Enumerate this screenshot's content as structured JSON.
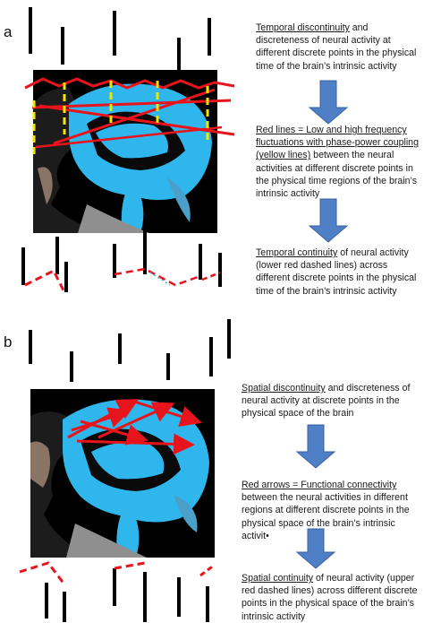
{
  "panels": {
    "a": {
      "letter": "a",
      "text1": {
        "underlined": "Temporal discontinuity",
        "rest": " and discreteness of neural activity at different discrete points in the physical time of the brain’s intrinsic activity"
      },
      "text2": {
        "underlined": "Red lines = Low and high frequency fluctuations with phase-power coupling (yellow lines)",
        "rest": " between the neural activities at different discrete points in the physical time regions of the brain’s intrinsic activity"
      },
      "text3": {
        "underlined": "Temporal continuity",
        "rest": " of neural activity (lower red dashed lines)  across different discrete points in the physical time of the brain’s intrinsic activity"
      }
    },
    "b": {
      "letter": "b",
      "text1": {
        "underlined": "Spatial discontinuity",
        "rest": " and discreteness of neural activity at discrete points in the physical space of the brain"
      },
      "text2": {
        "underlined": "Red arrows = Functional connectivity",
        "rest": " between the neural activities in different regions at different discrete points in the physical space of the brain’s intrinsic activit•"
      },
      "text3": {
        "underlined": "Spatial continuity",
        "rest": " of neural activity (upper red dashed lines) across different discrete points in the physical space of the brain’s intrinsic activity"
      }
    }
  },
  "colors": {
    "arrow_blue": "#4f7fc4",
    "line_red": "#e8141c",
    "line_yellow": "#f2e600",
    "brain_cyan": "#2fb6ec"
  }
}
